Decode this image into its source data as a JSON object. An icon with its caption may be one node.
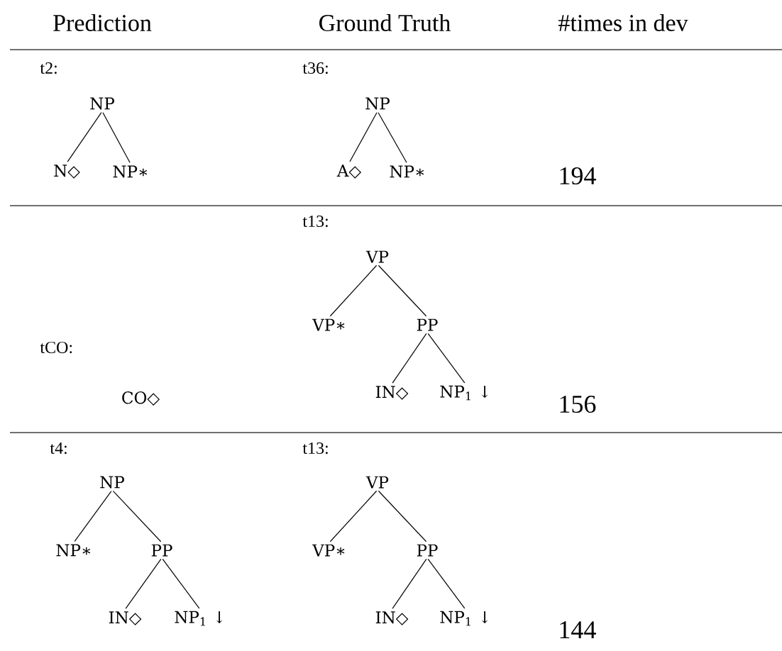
{
  "diagram": {
    "nodes": [
      {
        "text": [
          "NP"
        ]
      },
      {
        "text": [
          "N◇"
        ]
      },
      {
        "text": [
          "NP∗"
        ]
      },
      {
        "text": [
          "NP"
        ]
      },
      {
        "text": [
          "A◇"
        ]
      },
      {
        "text": [
          "NP∗"
        ]
      },
      {
        "text": [
          "CO◇"
        ]
      },
      {
        "text": [
          "VP"
        ]
      },
      {
        "text": [
          "VP∗"
        ]
      },
      {
        "text": [
          "PP"
        ]
      },
      {
        "text": [
          "IN◇"
        ]
      },
      {
        "text": [
          "NP$_{1}$ ↓"
        ]
      },
      {
        "text": [
          "NP"
        ]
      },
      {
        "text": [
          "NP∗"
        ]
      },
      {
        "text": [
          "PP"
        ]
      },
      {
        "text": [
          "IN◇"
        ]
      },
      {
        "text": [
          "NP$_{1}$ ↓"
        ]
      },
      {
        "text": [
          "VP"
        ]
      },
      {
        "text": [
          "VP∗"
        ]
      },
      {
        "text": [
          "PP"
        ]
      },
      {
        "text": [
          "IN◇"
        ]
      },
      {
        "text": [
          "NP$_{1}$ ↓"
        ]
      }
    ],
    "edges": [
      {
        "from": 0,
        "to": 1,
        "arrow": "none"
      },
      {
        "from": 0,
        "to": 2,
        "arrow": "none"
      },
      {
        "from": 3,
        "to": 4,
        "arrow": "none"
      },
      {
        "from": 3,
        "to": 5,
        "arrow": "none"
      },
      {
        "from": 7,
        "to": 8,
        "arrow": "none"
      },
      {
        "from": 7,
        "to": 9,
        "arrow": "none"
      },
      {
        "from": 9,
        "to": 10,
        "arrow": "none"
      },
      {
        "from": 9,
        "to": 11,
        "arrow": "none"
      },
      {
        "from": 12,
        "to": 13,
        "arrow": "none"
      },
      {
        "from": 12,
        "to": 14,
        "arrow": "none"
      },
      {
        "from": 14,
        "to": 15,
        "arrow": "none"
      },
      {
        "from": 14,
        "to": 16,
        "arrow": "none"
      },
      {
        "from": 17,
        "to": 18,
        "arrow": "none"
      },
      {
        "from": 17,
        "to": 19,
        "arrow": "none"
      },
      {
        "from": 19,
        "to": 20,
        "arrow": "none"
      },
      {
        "from": 19,
        "to": 21,
        "arrow": "none"
      }
    ],
    "labels": [
      "Prediction",
      "Ground Truth",
      "#times in dev",
      "t2:",
      "t36:",
      "194",
      "t13:",
      "tCO:",
      "156",
      "t4:",
      "t13:",
      "144"
    ]
  }
}
